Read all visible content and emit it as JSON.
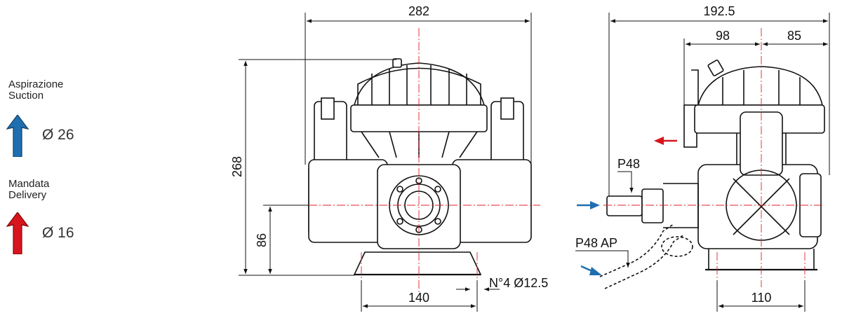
{
  "legend": {
    "suction": {
      "line1": "Aspirazione",
      "line2": "Suction",
      "diameter": "Ø 26",
      "color": "#1f6fb0"
    },
    "delivery": {
      "line1": "Mandata",
      "line2": "Delivery",
      "diameter": "Ø 16",
      "color": "#d8141c"
    }
  },
  "front_view": {
    "width": "282",
    "height": "268",
    "shaft_height": "86",
    "base_spacing": "140",
    "holes": "N°4 Ø12.5"
  },
  "side_view": {
    "depth": "192.5",
    "rear": "98",
    "front": "85",
    "base_spacing": "110",
    "port_p48": "P48",
    "port_p48ap": "P48 AP"
  }
}
